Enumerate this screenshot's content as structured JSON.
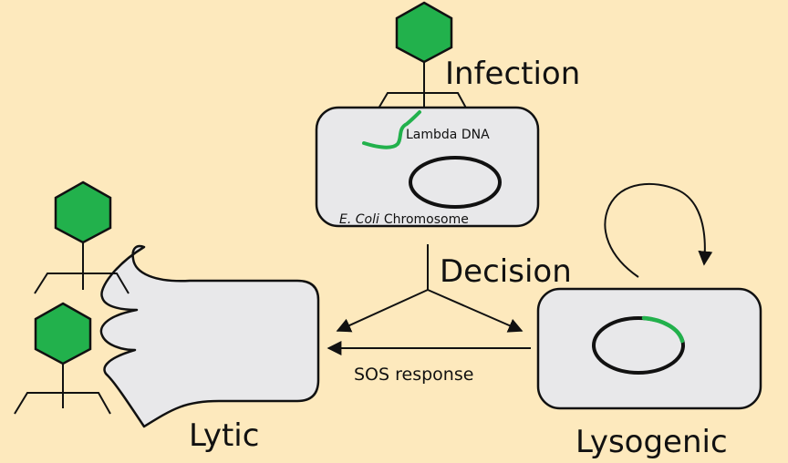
{
  "labels": {
    "infection": "Infection",
    "lambda_dna": "Lambda DNA",
    "ecoli": "E. Coli",
    "chromosome": "Chromosome",
    "decision": "Decision",
    "sos_response": "SOS response",
    "lytic": "Lytic",
    "lysogenic": "Lysogenic"
  },
  "colors": {
    "background": "#fde9bd",
    "cell_fill": "#e8e8ea",
    "phage_green": "#22b14c",
    "stroke": "#111111"
  }
}
